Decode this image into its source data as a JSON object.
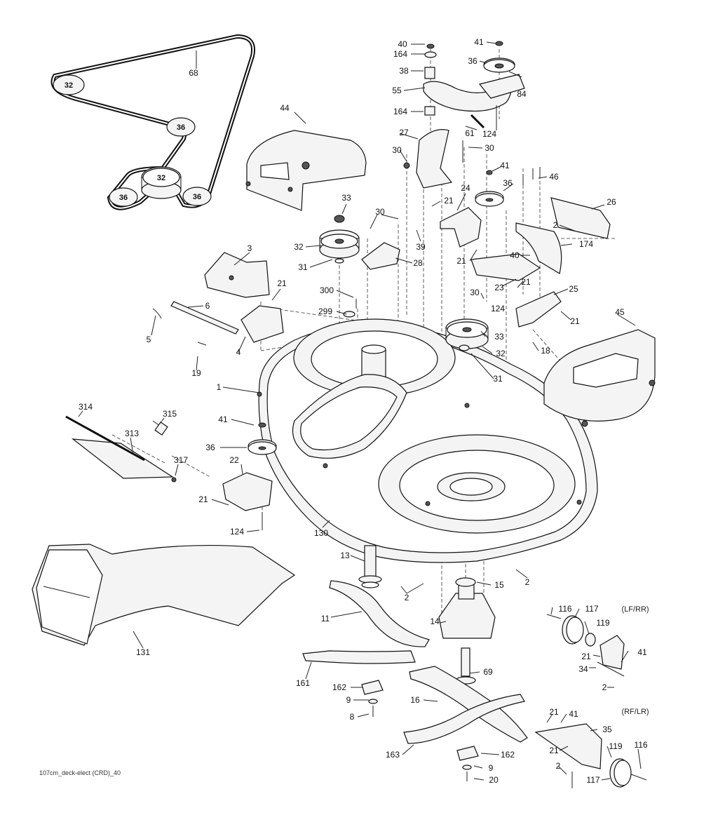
{
  "footer": {
    "drawing_id": "107cm_deck-elect (CRD)_40"
  },
  "corner_labels": {
    "front": "(LF/RR)",
    "rear": "(RF/LR)"
  },
  "belt_diagram": {
    "belt": "68",
    "pulleys": [
      "32",
      "36",
      "32",
      "36",
      "36"
    ]
  },
  "callouts": [
    {
      "id": "c1",
      "text": "40"
    },
    {
      "id": "c2",
      "text": "164"
    },
    {
      "id": "c3",
      "text": "38"
    },
    {
      "id": "c4",
      "text": "55"
    },
    {
      "id": "c5",
      "text": "164"
    },
    {
      "id": "c6",
      "text": "41"
    },
    {
      "id": "c7",
      "text": "36"
    },
    {
      "id": "c8",
      "text": "84"
    },
    {
      "id": "c9",
      "text": "124"
    },
    {
      "id": "c10",
      "text": "61"
    },
    {
      "id": "c11",
      "text": "27"
    },
    {
      "id": "c12",
      "text": "30"
    },
    {
      "id": "c13",
      "text": "30"
    },
    {
      "id": "c14",
      "text": "44"
    },
    {
      "id": "c15",
      "text": "41"
    },
    {
      "id": "c16",
      "text": "46"
    },
    {
      "id": "c17",
      "text": "36"
    },
    {
      "id": "c18",
      "text": "24"
    },
    {
      "id": "c19",
      "text": "21"
    },
    {
      "id": "c20",
      "text": "26"
    },
    {
      "id": "c21",
      "text": "33"
    },
    {
      "id": "c22",
      "text": "30"
    },
    {
      "id": "c23",
      "text": "2"
    },
    {
      "id": "c24",
      "text": "39"
    },
    {
      "id": "c25",
      "text": "32"
    },
    {
      "id": "c26",
      "text": "174"
    },
    {
      "id": "c27",
      "text": "3"
    },
    {
      "id": "c28",
      "text": "31"
    },
    {
      "id": "c29",
      "text": "28"
    },
    {
      "id": "c30",
      "text": "21"
    },
    {
      "id": "c31",
      "text": "40"
    },
    {
      "id": "c32",
      "text": "21"
    },
    {
      "id": "c33",
      "text": "23"
    },
    {
      "id": "c34",
      "text": "21"
    },
    {
      "id": "c35",
      "text": "25"
    },
    {
      "id": "c36",
      "text": "300"
    },
    {
      "id": "c37",
      "text": "30"
    },
    {
      "id": "c38",
      "text": "124"
    },
    {
      "id": "c39",
      "text": "6"
    },
    {
      "id": "c40",
      "text": "299"
    },
    {
      "id": "c41",
      "text": "21"
    },
    {
      "id": "c42",
      "text": "45"
    },
    {
      "id": "c43",
      "text": "33"
    },
    {
      "id": "c44",
      "text": "5"
    },
    {
      "id": "c45",
      "text": "4"
    },
    {
      "id": "c46",
      "text": "18"
    },
    {
      "id": "c47",
      "text": "32"
    },
    {
      "id": "c48",
      "text": "19"
    },
    {
      "id": "c49",
      "text": "31"
    },
    {
      "id": "c50",
      "text": "1"
    },
    {
      "id": "c51",
      "text": "314"
    },
    {
      "id": "c52",
      "text": "315"
    },
    {
      "id": "c53",
      "text": "41"
    },
    {
      "id": "c54",
      "text": "313"
    },
    {
      "id": "c55",
      "text": "36"
    },
    {
      "id": "c56",
      "text": "317"
    },
    {
      "id": "c57",
      "text": "22"
    },
    {
      "id": "c58",
      "text": "21"
    },
    {
      "id": "c59",
      "text": "124"
    },
    {
      "id": "c60",
      "text": "130"
    },
    {
      "id": "c61",
      "text": "13"
    },
    {
      "id": "c62",
      "text": "15"
    },
    {
      "id": "c63",
      "text": "2"
    },
    {
      "id": "c64",
      "text": "2"
    },
    {
      "id": "c65",
      "text": "11"
    },
    {
      "id": "c66",
      "text": "116"
    },
    {
      "id": "c67",
      "text": "117"
    },
    {
      "id": "c68",
      "text": "14"
    },
    {
      "id": "c69",
      "text": "119"
    },
    {
      "id": "c70",
      "text": "131"
    },
    {
      "id": "c71",
      "text": "21"
    },
    {
      "id": "c72",
      "text": "41"
    },
    {
      "id": "c73",
      "text": "34"
    },
    {
      "id": "c74",
      "text": "161"
    },
    {
      "id": "c75",
      "text": "69"
    },
    {
      "id": "c76",
      "text": "2"
    },
    {
      "id": "c77",
      "text": "162"
    },
    {
      "id": "c78",
      "text": "16"
    },
    {
      "id": "c79",
      "text": "9"
    },
    {
      "id": "c80",
      "text": "8"
    },
    {
      "id": "c81",
      "text": "21"
    },
    {
      "id": "c82",
      "text": "41"
    },
    {
      "id": "c83",
      "text": "35"
    },
    {
      "id": "c84",
      "text": "21"
    },
    {
      "id": "c85",
      "text": "119"
    },
    {
      "id": "c86",
      "text": "116"
    },
    {
      "id": "c87",
      "text": "163"
    },
    {
      "id": "c88",
      "text": "162"
    },
    {
      "id": "c89",
      "text": "2"
    },
    {
      "id": "c90",
      "text": "117"
    },
    {
      "id": "c91",
      "text": "9"
    },
    {
      "id": "c92",
      "text": "20"
    }
  ]
}
